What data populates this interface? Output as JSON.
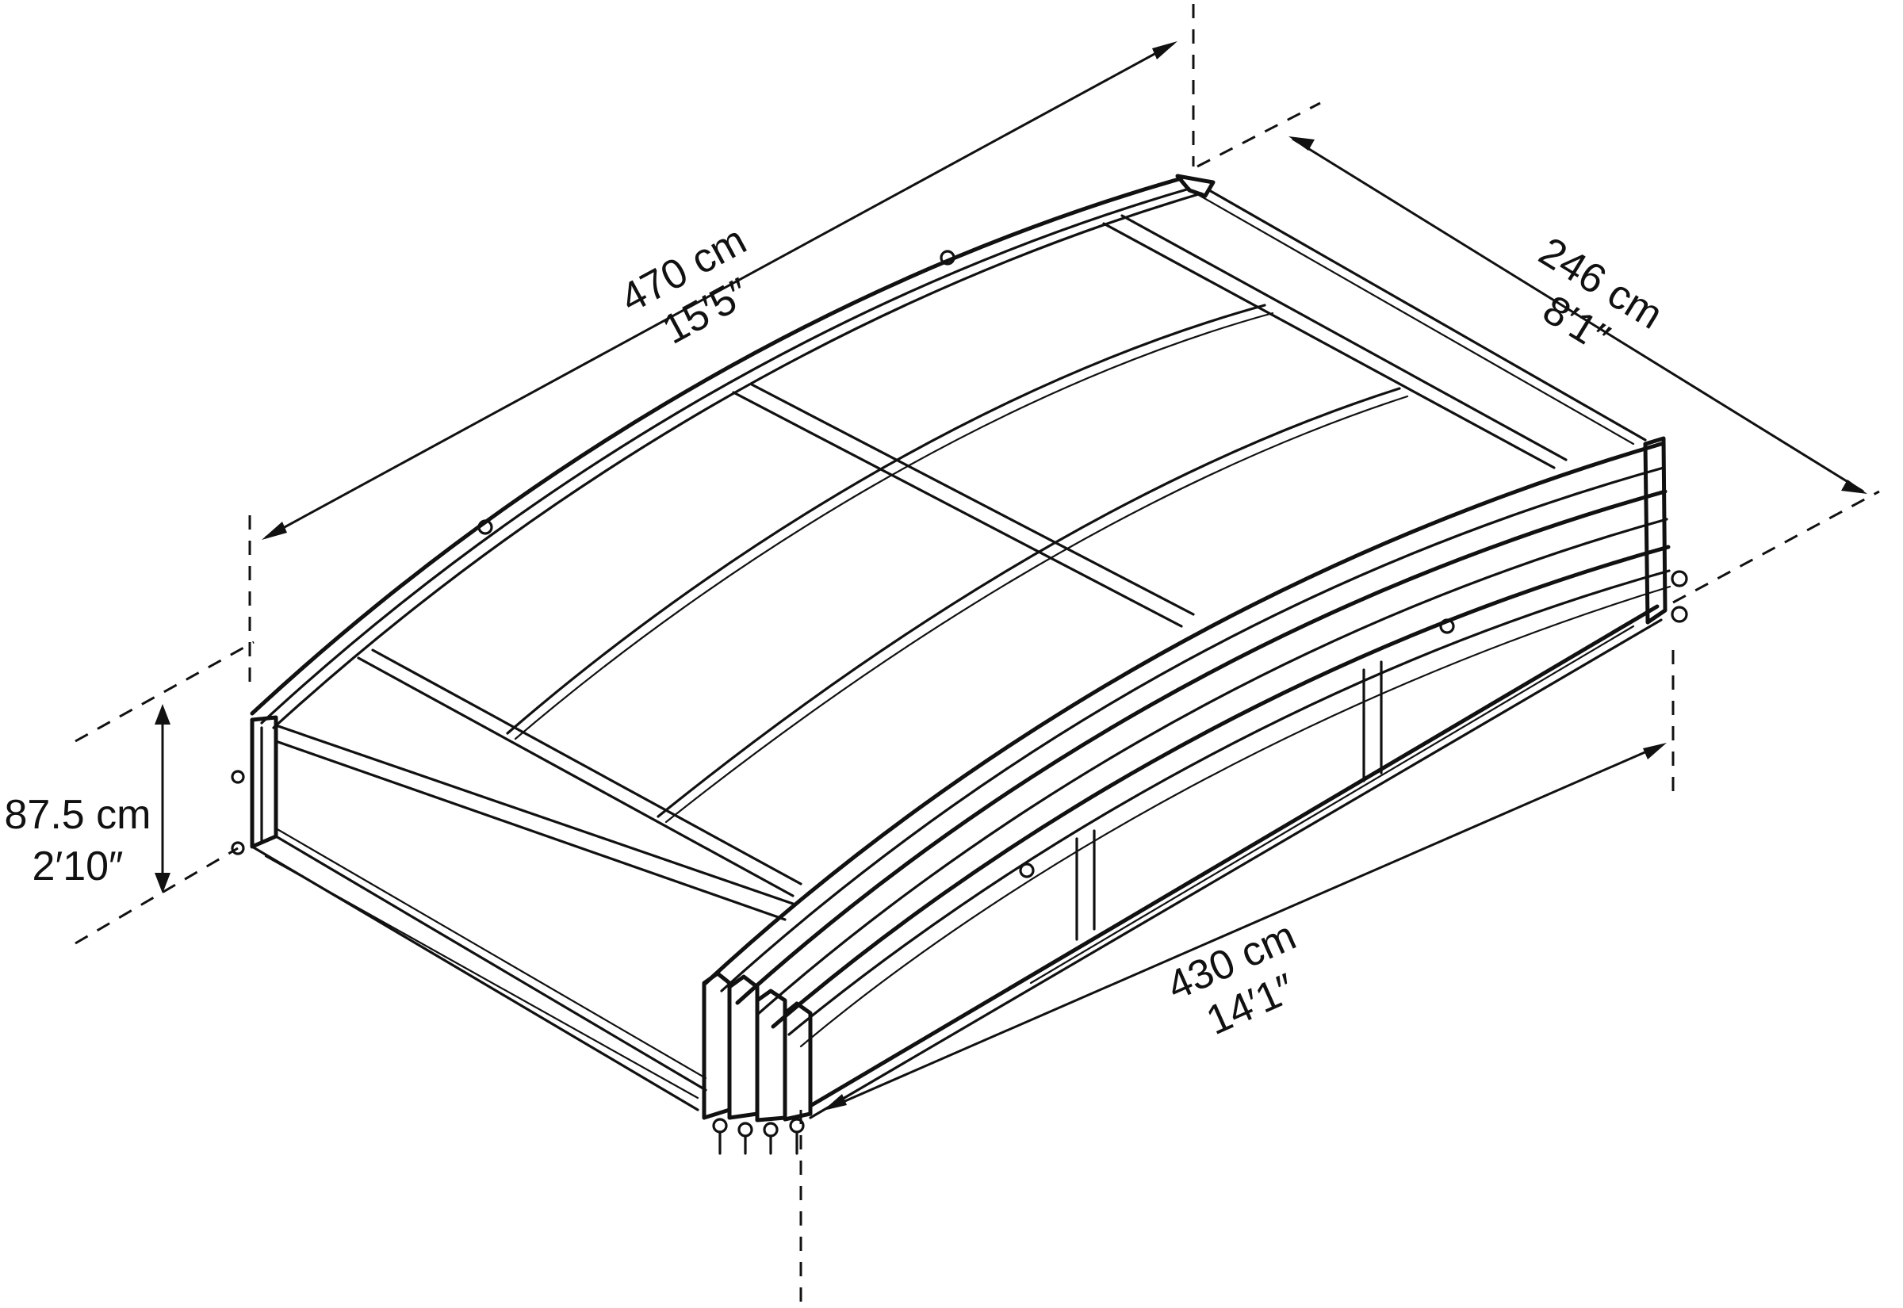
{
  "diagram": {
    "subject": "pool-enclosure-telescopic-cover",
    "line_color": "#111111",
    "background": "#ffffff"
  },
  "dimensions": {
    "length_top": {
      "metric": "470 cm",
      "imperial": "15′5″"
    },
    "width": {
      "metric": "246 cm",
      "imperial": "8′1″"
    },
    "height": {
      "metric": "87.5 cm",
      "imperial": "2′10″"
    },
    "length_base": {
      "metric": "430 cm",
      "imperial": "14′1″"
    }
  }
}
